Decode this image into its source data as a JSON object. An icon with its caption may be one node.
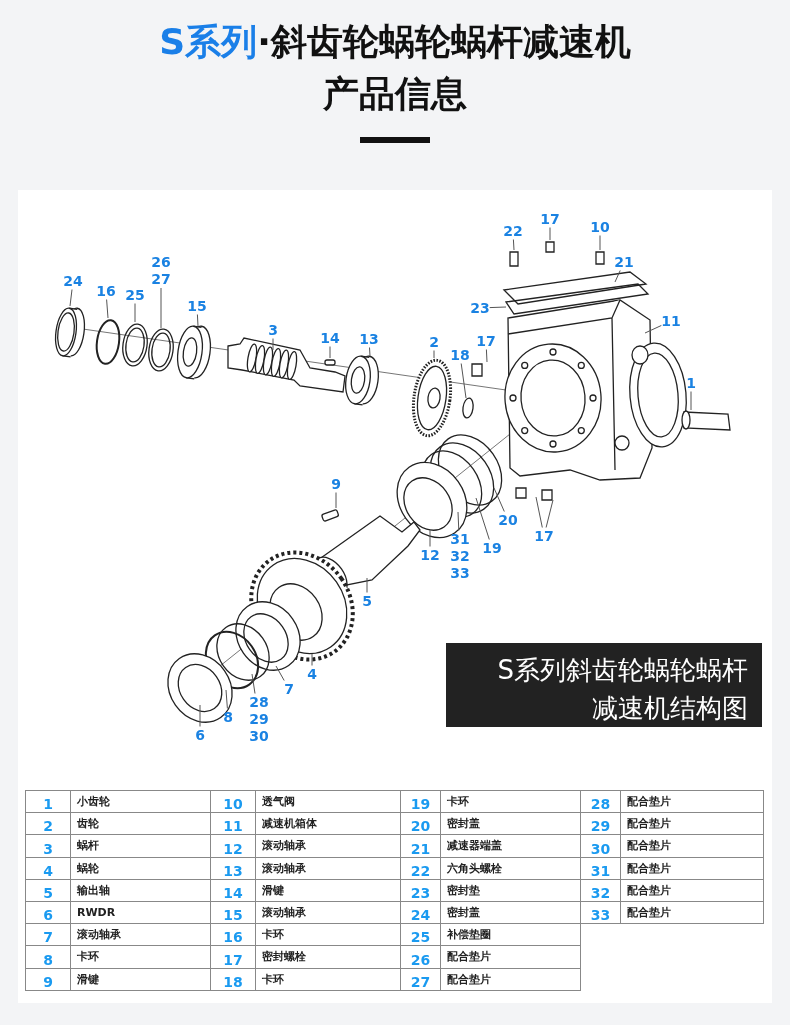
{
  "diagram": {
    "title": "**S系列**·斜齿轮蜗轮蜗杆减速机产品信息",
    "nodes": [
      {
        "text": [
          "24"
        ]
      },
      {
        "text": [
          "16"
        ]
      },
      {
        "text": [
          "25"
        ]
      },
      {
        "text": [
          "26",
          "27"
        ]
      },
      {
        "text": [
          "15"
        ]
      },
      {
        "text": [
          "3"
        ]
      },
      {
        "text": [
          "14"
        ]
      },
      {
        "text": [
          "13"
        ]
      },
      {
        "text": [
          "2"
        ]
      },
      {
        "text": [
          "18"
        ]
      },
      {
        "text": [
          "17"
        ]
      },
      {
        "text": [
          "22"
        ]
      },
      {
        "text": [
          "17"
        ]
      },
      {
        "text": [
          "10"
        ]
      },
      {
        "text": [
          "21"
        ]
      },
      {
        "text": [
          "23"
        ]
      },
      {
        "text": [
          "11"
        ]
      },
      {
        "text": [
          "1"
        ]
      },
      {
        "text": [
          "20"
        ]
      },
      {
        "text": [
          "19"
        ]
      },
      {
        "text": [
          "31",
          "32",
          "33"
        ]
      },
      {
        "text": [
          "12"
        ]
      },
      {
        "text": [
          "17"
        ]
      },
      {
        "text": [
          "9"
        ]
      },
      {
        "text": [
          "5"
        ]
      },
      {
        "text": [
          "4"
        ]
      },
      {
        "text": [
          "7"
        ]
      },
      {
        "text": [
          "28",
          "29",
          "30"
        ]
      },
      {
        "text": [
          "8"
        ]
      },
      {
        "text": [
          "6"
        ]
      },
      {
        "text": [
          "S系列斜齿轮蜗轮蜗杆减速机结构图"
        ]
      }
    ],
    "edges": [
      {
        "from": 0,
        "to": null,
        "arrow": "none"
      },
      {
        "from": 1,
        "to": null,
        "arrow": "none"
      },
      {
        "from": 2,
        "to": null,
        "arrow": "none"
      },
      {
        "from": 3,
        "to": null,
        "arrow": "none"
      },
      {
        "from": 4,
        "to": null,
        "arrow": "none"
      },
      {
        "from": 5,
        "to": null,
        "arrow": "none"
      },
      {
        "from": 6,
        "to": null,
        "arrow": "none"
      },
      {
        "from": 7,
        "to": null,
        "arrow": "none"
      },
      {
        "from": 8,
        "to": null,
        "arrow": "none"
      },
      {
        "from": 9,
        "to": null,
        "arrow": "none"
      },
      {
        "from": 10,
        "to": null,
        "arrow": "none"
      },
      {
        "from": 11,
        "to": null,
        "arrow": "none"
      },
      {
        "from": 12,
        "to": null,
        "arrow": "none"
      },
      {
        "from": 13,
        "to": null,
        "arrow": "none"
      },
      {
        "from": 14,
        "to": null,
        "arrow": "none"
      },
      {
        "from": 15,
        "to": null,
        "arrow": "none"
      },
      {
        "from": 16,
        "to": null,
        "arrow": "none"
      },
      {
        "from": 17,
        "to": null,
        "arrow": "none"
      },
      {
        "from": 18,
        "to": null,
        "arrow": "none"
      },
      {
        "from": 19,
        "to": null,
        "arrow": "none"
      },
      {
        "from": 20,
        "to": null,
        "arrow": "none"
      },
      {
        "from": 21,
        "to": null,
        "arrow": "none"
      },
      {
        "from": 22,
        "to": null,
        "arrow": "none"
      },
      {
        "from": 22,
        "to": null,
        "arrow": "none"
      },
      {
        "from": 23,
        "to": null,
        "arrow": "none"
      },
      {
        "from": 24,
        "to": null,
        "arrow": "none"
      },
      {
        "from": 25,
        "to": null,
        "arrow": "none"
      },
      {
        "from": 26,
        "to": null,
        "arrow": "none"
      },
      {
        "from": 27,
        "to": null,
        "arrow": "none"
      },
      {
        "from": 28,
        "to": null,
        "arrow": "none"
      },
      {
        "from": 29,
        "to": null,
        "arrow": "none"
      }
    ],
    "labels": [
      "1",
      "小齿轮",
      "10",
      "透气阀",
      "19",
      "卡环",
      "28",
      "配合垫片",
      "2",
      "齿轮",
      "11",
      "减速机箱体",
      "20",
      "密封盖",
      "29",
      "配合垫片",
      "3",
      "蜗杆",
      "12",
      "滚动轴承",
      "21",
      "减速器端盖",
      "30",
      "配合垫片",
      "4",
      "蜗轮",
      "13",
      "滚动轴承",
      "22",
      "六角头螺栓",
      "31",
      "配合垫片",
      "5",
      "输出轴",
      "14",
      "滑键",
      "23",
      "密封垫",
      "32",
      "配合垫片",
      "6",
      "RWDR",
      "15",
      "滚动轴承",
      "24",
      "密封盖",
      "33",
      "配合垫片",
      "7",
      "滚动轴承",
      "16",
      "卡环",
      "25",
      "补偿垫圈",
      "8",
      "卡环",
      "17",
      "密封螺栓",
      "26",
      "配合垫片",
      "9",
      "滑键",
      "18",
      "卡环",
      "27",
      "配合垫片"
    ]
  }
}
